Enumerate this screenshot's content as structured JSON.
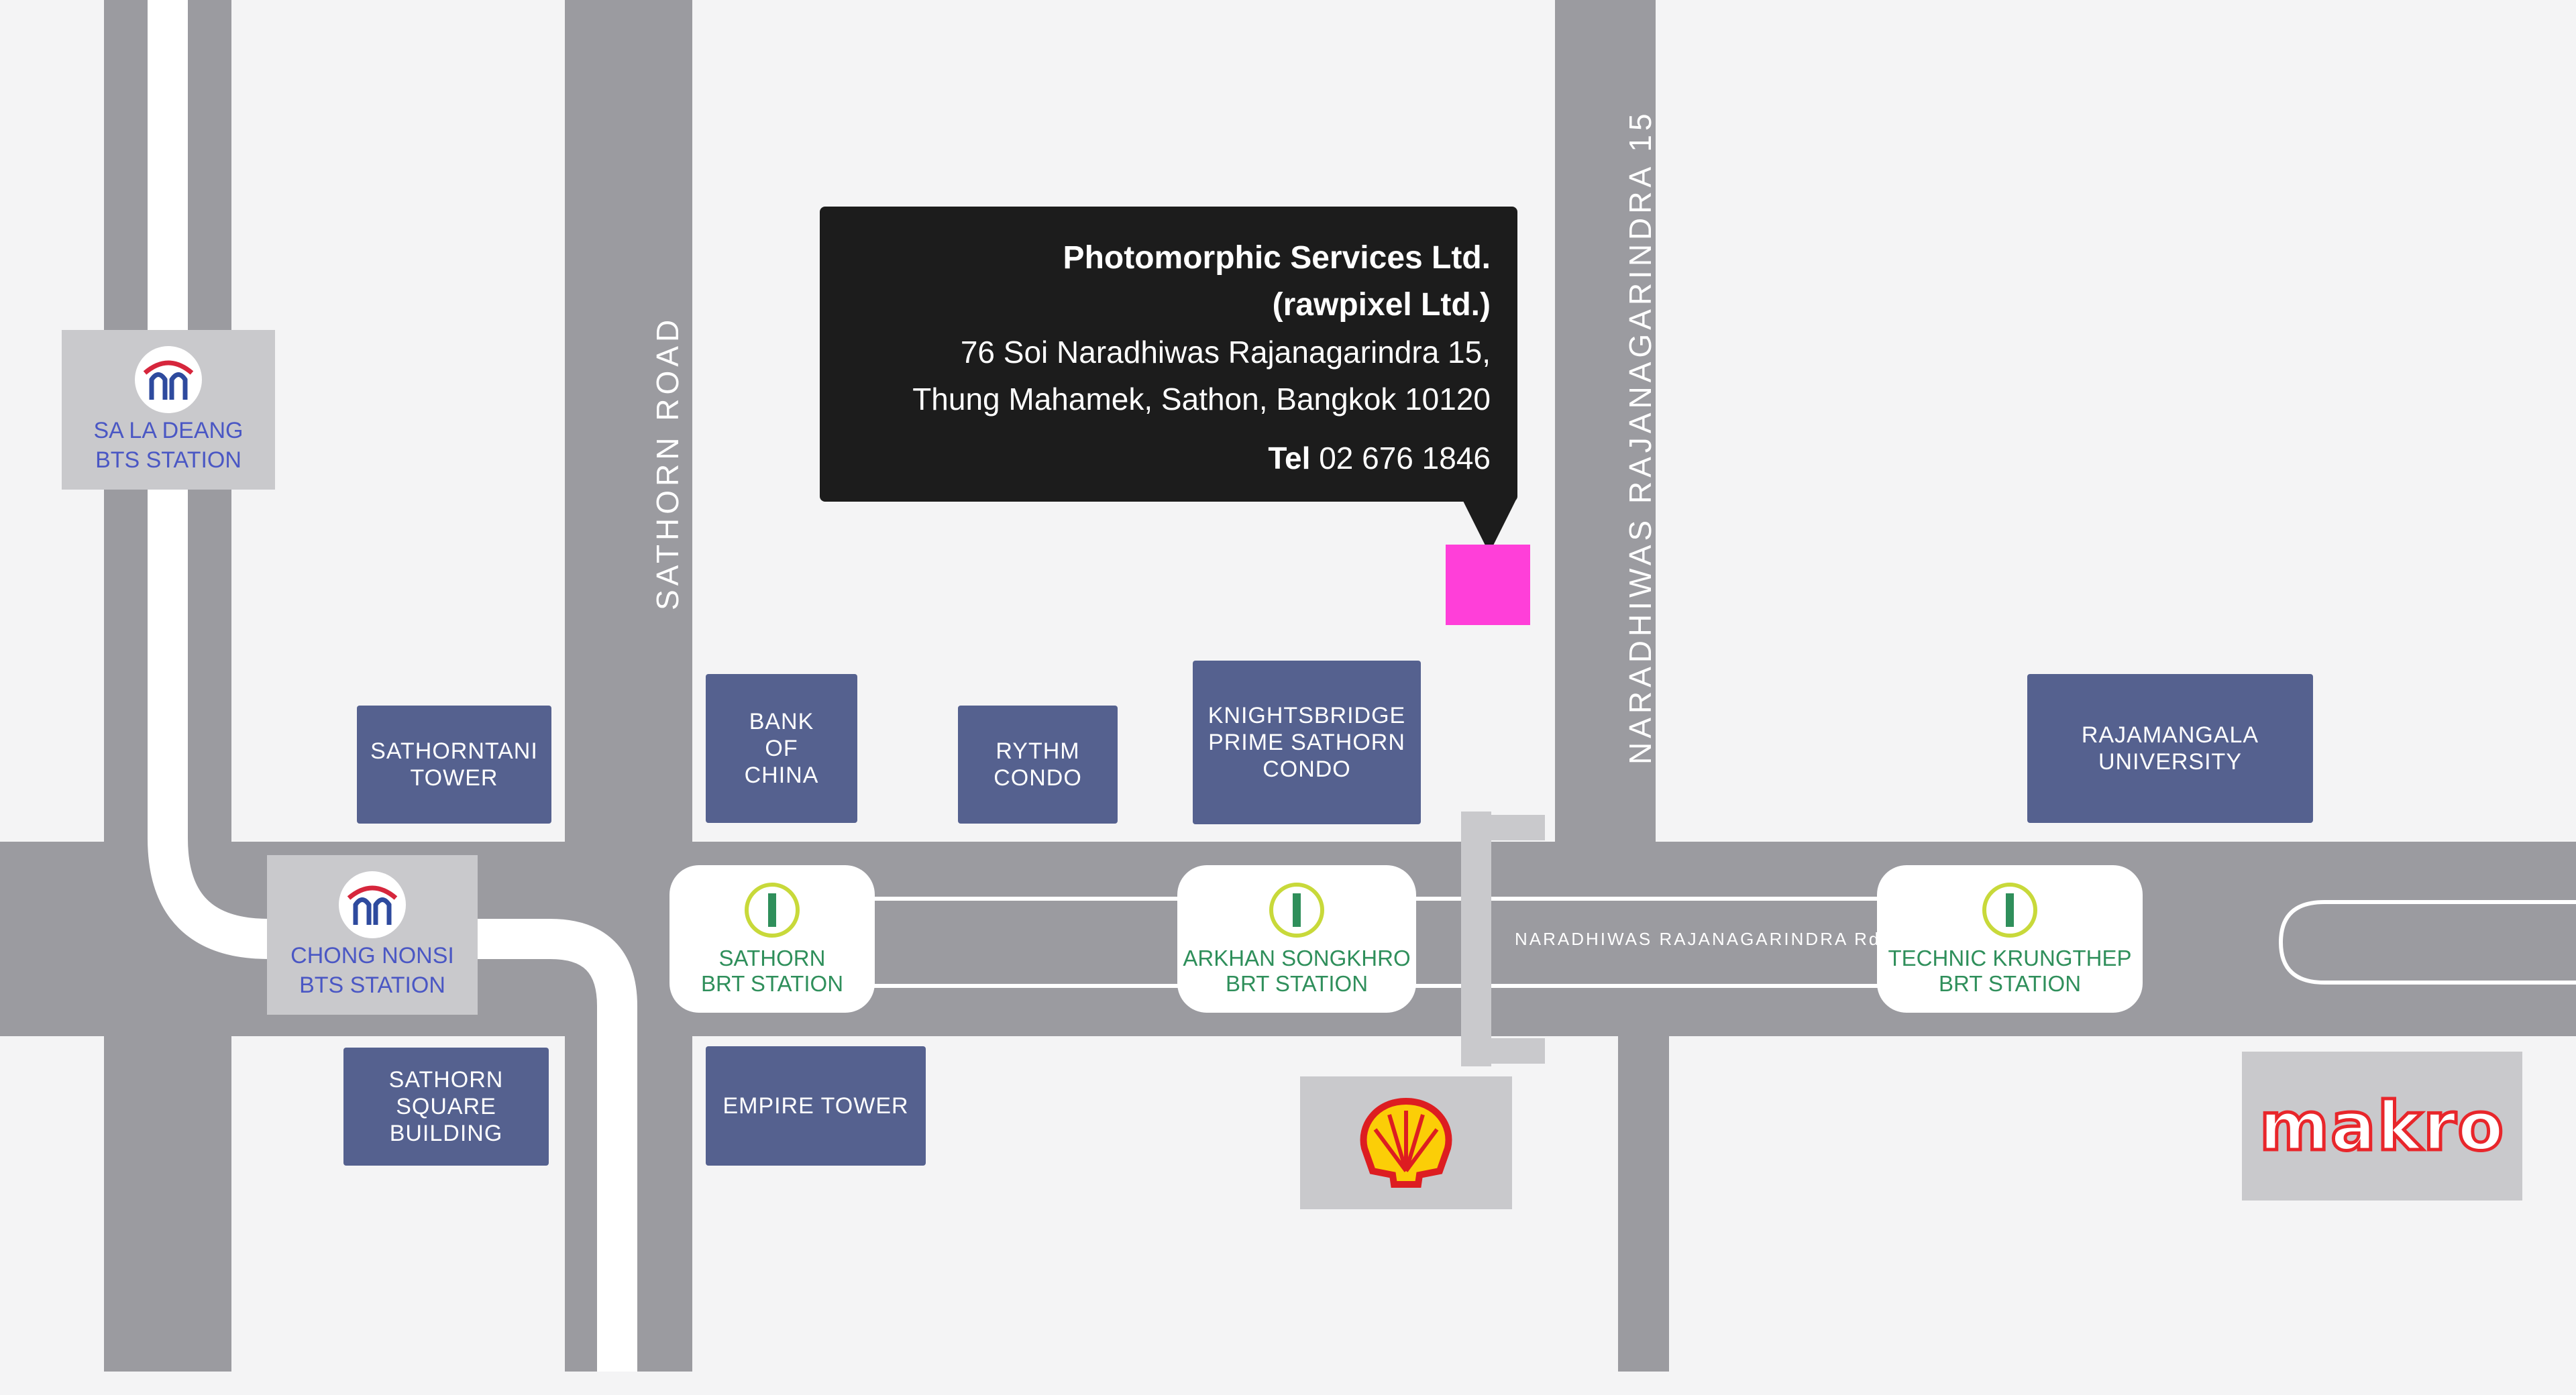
{
  "roads": {
    "sathorn_road": "SATHORN ROAD",
    "naradhiwas_vertical": "NARADHIWAS RAJANAGARINDRA 15",
    "naradhiwas_street": "NARADHIWAS RAJANAGARINDRA Rd."
  },
  "company": {
    "name_line1": "Photomorphic Services Ltd.",
    "name_line2": "(rawpixel Ltd.)",
    "address_line1": "76 Soi Naradhiwas Rajanagarindra 15,",
    "address_line2": "Thung Mahamek, Sathon, Bangkok 10120",
    "tel_label": "Tel",
    "tel_number": "02 676 1846"
  },
  "bts_stations": [
    {
      "line1": "SA LA DEANG",
      "line2": "BTS STATION"
    },
    {
      "line1": "CHONG NONSI",
      "line2": "BTS STATION"
    }
  ],
  "brt_stations": [
    {
      "line1": "SATHORN",
      "line2": "BRT STATION"
    },
    {
      "line1": "ARKHAN SONGKHRO",
      "line2": "BRT STATION"
    },
    {
      "line1": "TECHNIC KRUNGTHEP",
      "line2": "BRT STATION"
    }
  ],
  "buildings": {
    "sathorntani": "SATHORNTANI\nTOWER",
    "bank_of_china": "BANK\nOF\nCHINA",
    "rythm": "RYTHM\nCONDO",
    "knightsbridge": "KNIGHTSBRIDGE\nPRIME SATHORN\nCONDO",
    "rajamangala": "RAJAMANGALA\nUNIVERSITY",
    "sathorn_square": "SATHORN SQUARE\nBUILDING",
    "empire_tower": "EMPIRE TOWER"
  },
  "landmarks": {
    "makro": "makro",
    "shell_icon": "shell-logo"
  },
  "colors": {
    "road": "#9b9ba0",
    "building": "#55618f",
    "pin": "#ff3fd9",
    "bts_text": "#4a57c4",
    "brt_text": "#2f8f5b"
  }
}
